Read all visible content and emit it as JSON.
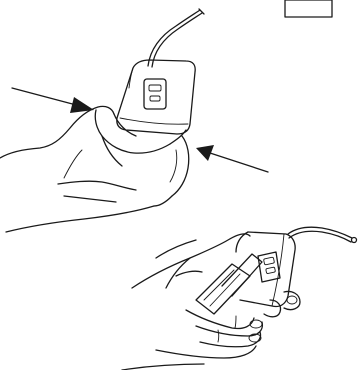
{
  "figure": {
    "panels": [
      {
        "id": "squeeze",
        "arrows": 2
      },
      {
        "id": "open",
        "arrows": 0
      }
    ],
    "colors": {
      "ink": "#1a1a1a",
      "background": "#ffffff"
    },
    "icons": [
      "bodypack-transmitter-icon",
      "press-arrow-icon",
      "hand-icon",
      "battery-compartment-icon"
    ]
  }
}
